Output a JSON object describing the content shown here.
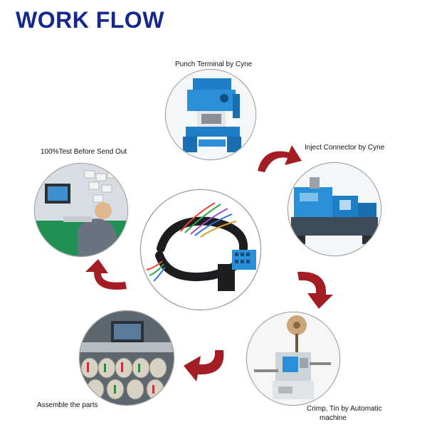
{
  "title": "WORK FLOW",
  "steps": [
    {
      "label": "Punch Terminal by Cyne",
      "image": "punch-press-machine"
    },
    {
      "label": "Inject Connector by Cyne",
      "image": "injection-molding-machine"
    },
    {
      "label": "Crimp, Tin by  Automatic",
      "label_line2": "machine",
      "image": "automatic-crimping-machine"
    },
    {
      "label": "Assemble the parts",
      "image": "assembly-line"
    },
    {
      "label": "100%Test Before Send Out",
      "image": "testing-station"
    }
  ],
  "center": {
    "image": "wire-harness-with-blue-connectors"
  },
  "colors": {
    "title": "#14288f",
    "arrow": "#a51d24",
    "connector_blue": "#2a8fd6",
    "machine_blue": "#1f7fc6"
  }
}
